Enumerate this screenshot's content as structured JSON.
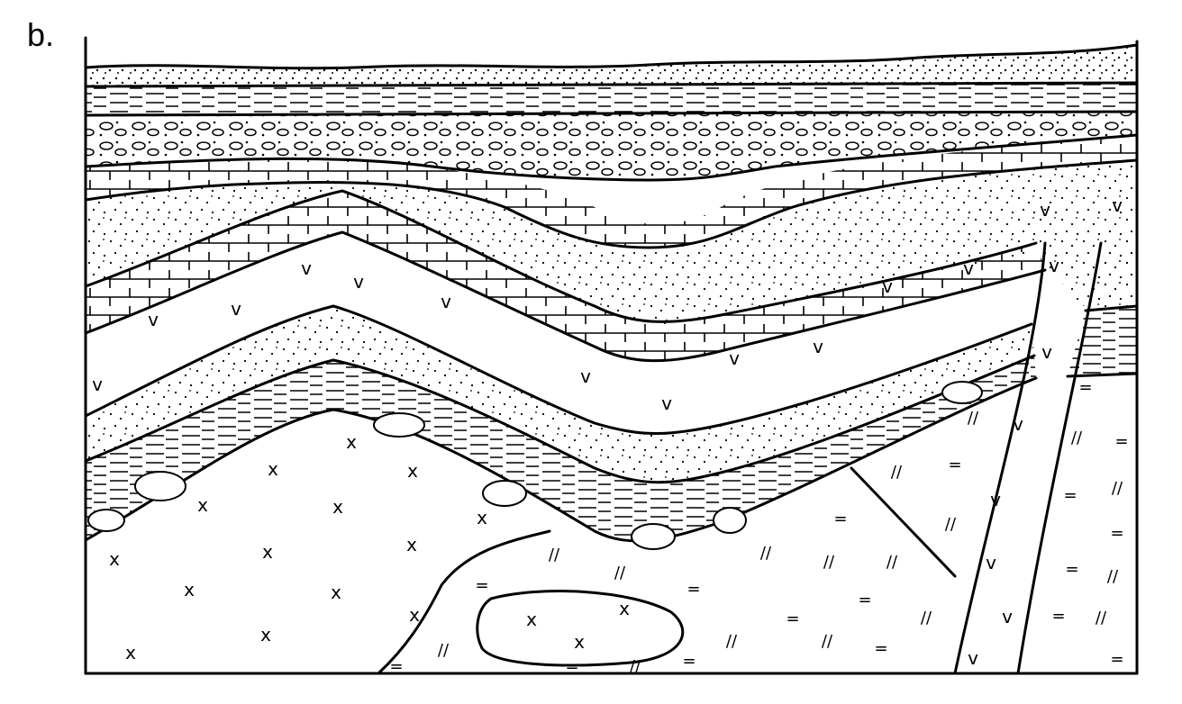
{
  "figure": {
    "panel_label": "b."
  },
  "symbols": {
    "cross": "x",
    "vee": "v",
    "tick_pair": "//",
    "dash_pair": "="
  },
  "colors": {
    "ink": "#000000",
    "paper": "#ffffff"
  }
}
